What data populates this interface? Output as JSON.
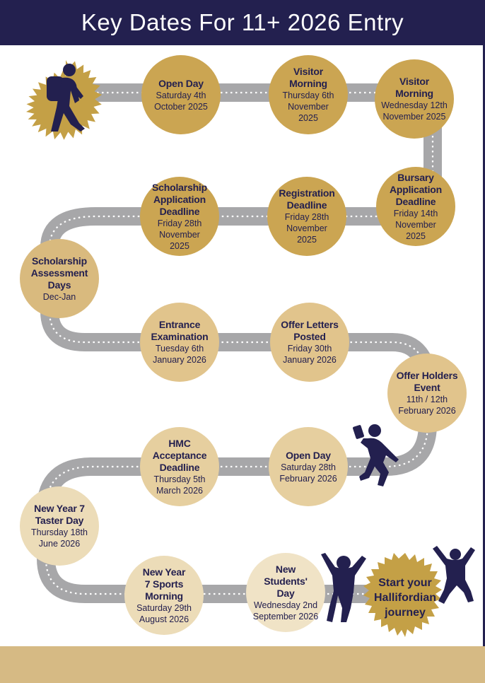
{
  "title": "Key Dates For 11+ 2026 Entry",
  "colors": {
    "navy": "#23204f",
    "gold": "#c4a046",
    "circle_gold": "#cba552",
    "circle_tan": "#d9ba7e",
    "circle_light": "#e6cf9f",
    "circle_pale": "#ecdcb8",
    "road": "#a7a7a9",
    "footer": "#d6ba84"
  },
  "events": [
    {
      "title": "Open Day",
      "date": "Saturday 4th October 2025"
    },
    {
      "title": "Visitor Morning",
      "date": "Thursday 6th November 2025"
    },
    {
      "title": "Visitor Morning",
      "date": "Wednesday 12th November 2025"
    },
    {
      "title": "Bursary Application Deadline",
      "date": "Friday 14th November 2025"
    },
    {
      "title": "Registration Deadline",
      "date": "Friday 28th November 2025"
    },
    {
      "title": "Scholarship Application Deadline",
      "date": "Friday 28th November 2025"
    },
    {
      "title": "Scholarship Assessment Days",
      "date": "Dec-Jan"
    },
    {
      "title": "Entrance Examination",
      "date": "Tuesday 6th January 2026"
    },
    {
      "title": "Offer Letters Posted",
      "date": "Friday 30th January 2026"
    },
    {
      "title": "Offer Holders Event",
      "date": "11th / 12th February 2026"
    },
    {
      "title": "Open Day",
      "date": "Saturday 28th February 2026"
    },
    {
      "title": "HMC Acceptance Deadline",
      "date": "Thursday 5th March 2026"
    },
    {
      "title": "New Year 7 Taster Day",
      "date": "Thursday 18th June 2026"
    },
    {
      "title": "New Year 7 Sports Morning",
      "date": "Saturday 29th August 2026"
    },
    {
      "title": "New Students' Day",
      "date": "Wednesday 2nd September 2026"
    }
  ],
  "finish": "Start your Hallifordian journey",
  "icons": {
    "start_seal": "walking-student-icon",
    "reader": "reading-student-icon",
    "jumpers": "jumping-children-icon"
  }
}
